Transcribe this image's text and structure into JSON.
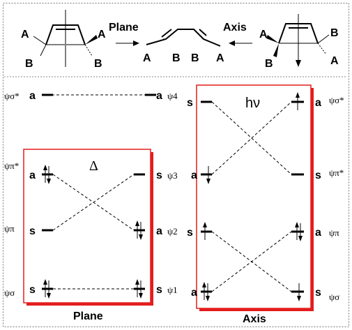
{
  "arrows": {
    "left_label": "Plane",
    "right_label": "Axis"
  },
  "reactant_left": {
    "subs": [
      "A",
      "A",
      "B",
      "B"
    ]
  },
  "product": {
    "subs": [
      "A",
      "B",
      "B",
      "A"
    ]
  },
  "reactant_right": {
    "subs": [
      "A",
      "B",
      "B",
      "A"
    ]
  },
  "sym_left": [
    "a",
    "a",
    "s",
    "s"
  ],
  "sym_mid_l": [
    "a",
    "s",
    "a",
    "s"
  ],
  "sym_mid_r": [
    "s",
    "a",
    "s",
    "a"
  ],
  "sym_right": [
    "a",
    "s",
    "a",
    "s"
  ],
  "psi_left": [
    "ψσ*",
    "ψπ*",
    "ψπ",
    "ψσ"
  ],
  "psi_mid": [
    "ψ4",
    "ψ3",
    "ψ2",
    "ψ1"
  ],
  "psi_right": [
    "ψσ*",
    "ψπ*",
    "ψπ",
    "ψσ"
  ],
  "thermal": {
    "symbol": "Δ",
    "caption": "Plane"
  },
  "photo": {
    "symbol": "hν",
    "caption": "Axis"
  },
  "colors": {
    "box": "#e41d1d",
    "frame": "#777777"
  }
}
